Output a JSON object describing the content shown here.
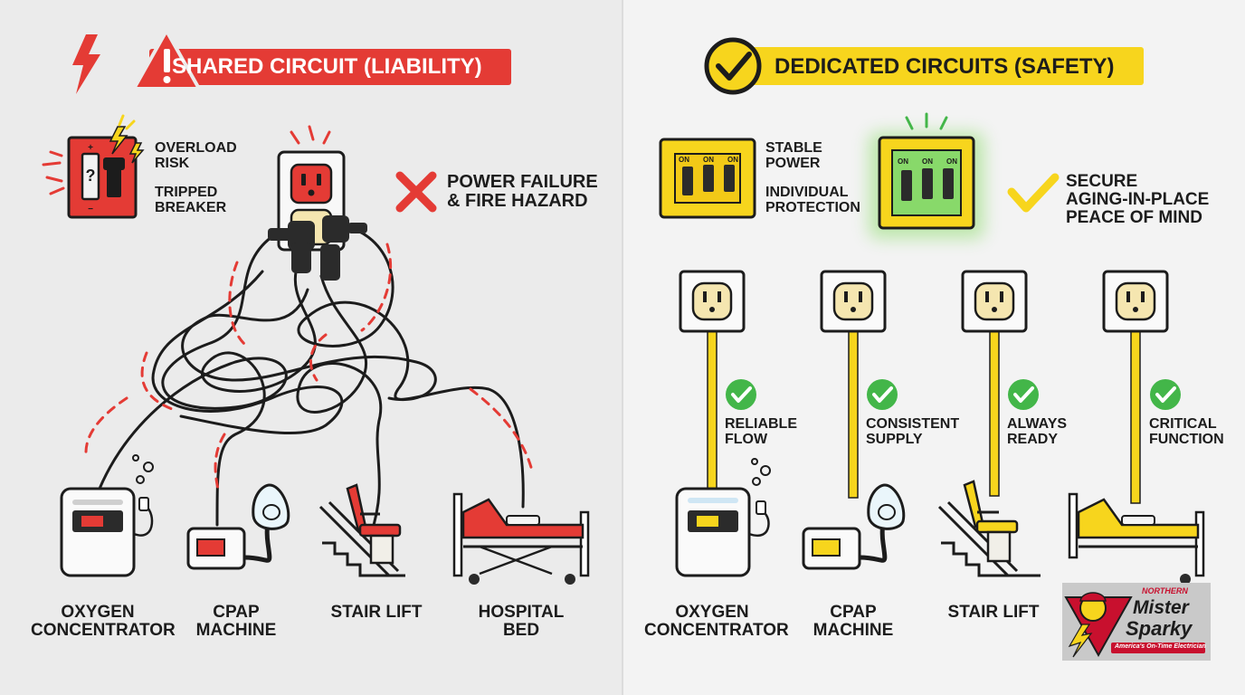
{
  "left_panel": {
    "banner_title": "SHARED CIRCUIT (LIABILITY)",
    "overload_label": "OVERLOAD\nRISK",
    "tripped_label": "TRIPPED\nBREAKER",
    "hazard_label": "POWER FAILURE\n& FIRE HAZARD",
    "devices": [
      {
        "label": "OXYGEN\nCONCENTRATOR"
      },
      {
        "label": "CPAP\nMACHINE"
      },
      {
        "label": "STAIR LIFT"
      },
      {
        "label": "HOSPITAL\nBED"
      }
    ]
  },
  "right_panel": {
    "banner_title": "DEDICATED CIRCUITS (SAFETY)",
    "stable_label": "STABLE\nPOWER",
    "protection_label": "INDIVIDUAL\nPROTECTION",
    "secure_label": "SECURE\nAGING-IN-PLACE\nPEACE OF MIND",
    "breaker_switch_label": "ON",
    "outlets": [
      {
        "status": "RELIABLE\nFLOW"
      },
      {
        "status": "CONSISTENT\nSUPPLY"
      },
      {
        "status": "ALWAYS\nREADY"
      },
      {
        "status": "CRITICAL\nFUNCTION"
      }
    ],
    "devices": [
      {
        "label": "OXYGEN\nCONCENTRATOR"
      },
      {
        "label": "CPAP\nMACHINE"
      },
      {
        "label": "STAIR LIFT"
      }
    ]
  },
  "logo": {
    "top": "NORTHERN",
    "line1": "Mister",
    "line2": "Sparky",
    "tagline": "America's On-Time Electrician"
  },
  "colors": {
    "danger": "#e43b35",
    "safe_yellow": "#f7d51d",
    "check_green": "#43b649",
    "glow_green": "#7ed957"
  }
}
